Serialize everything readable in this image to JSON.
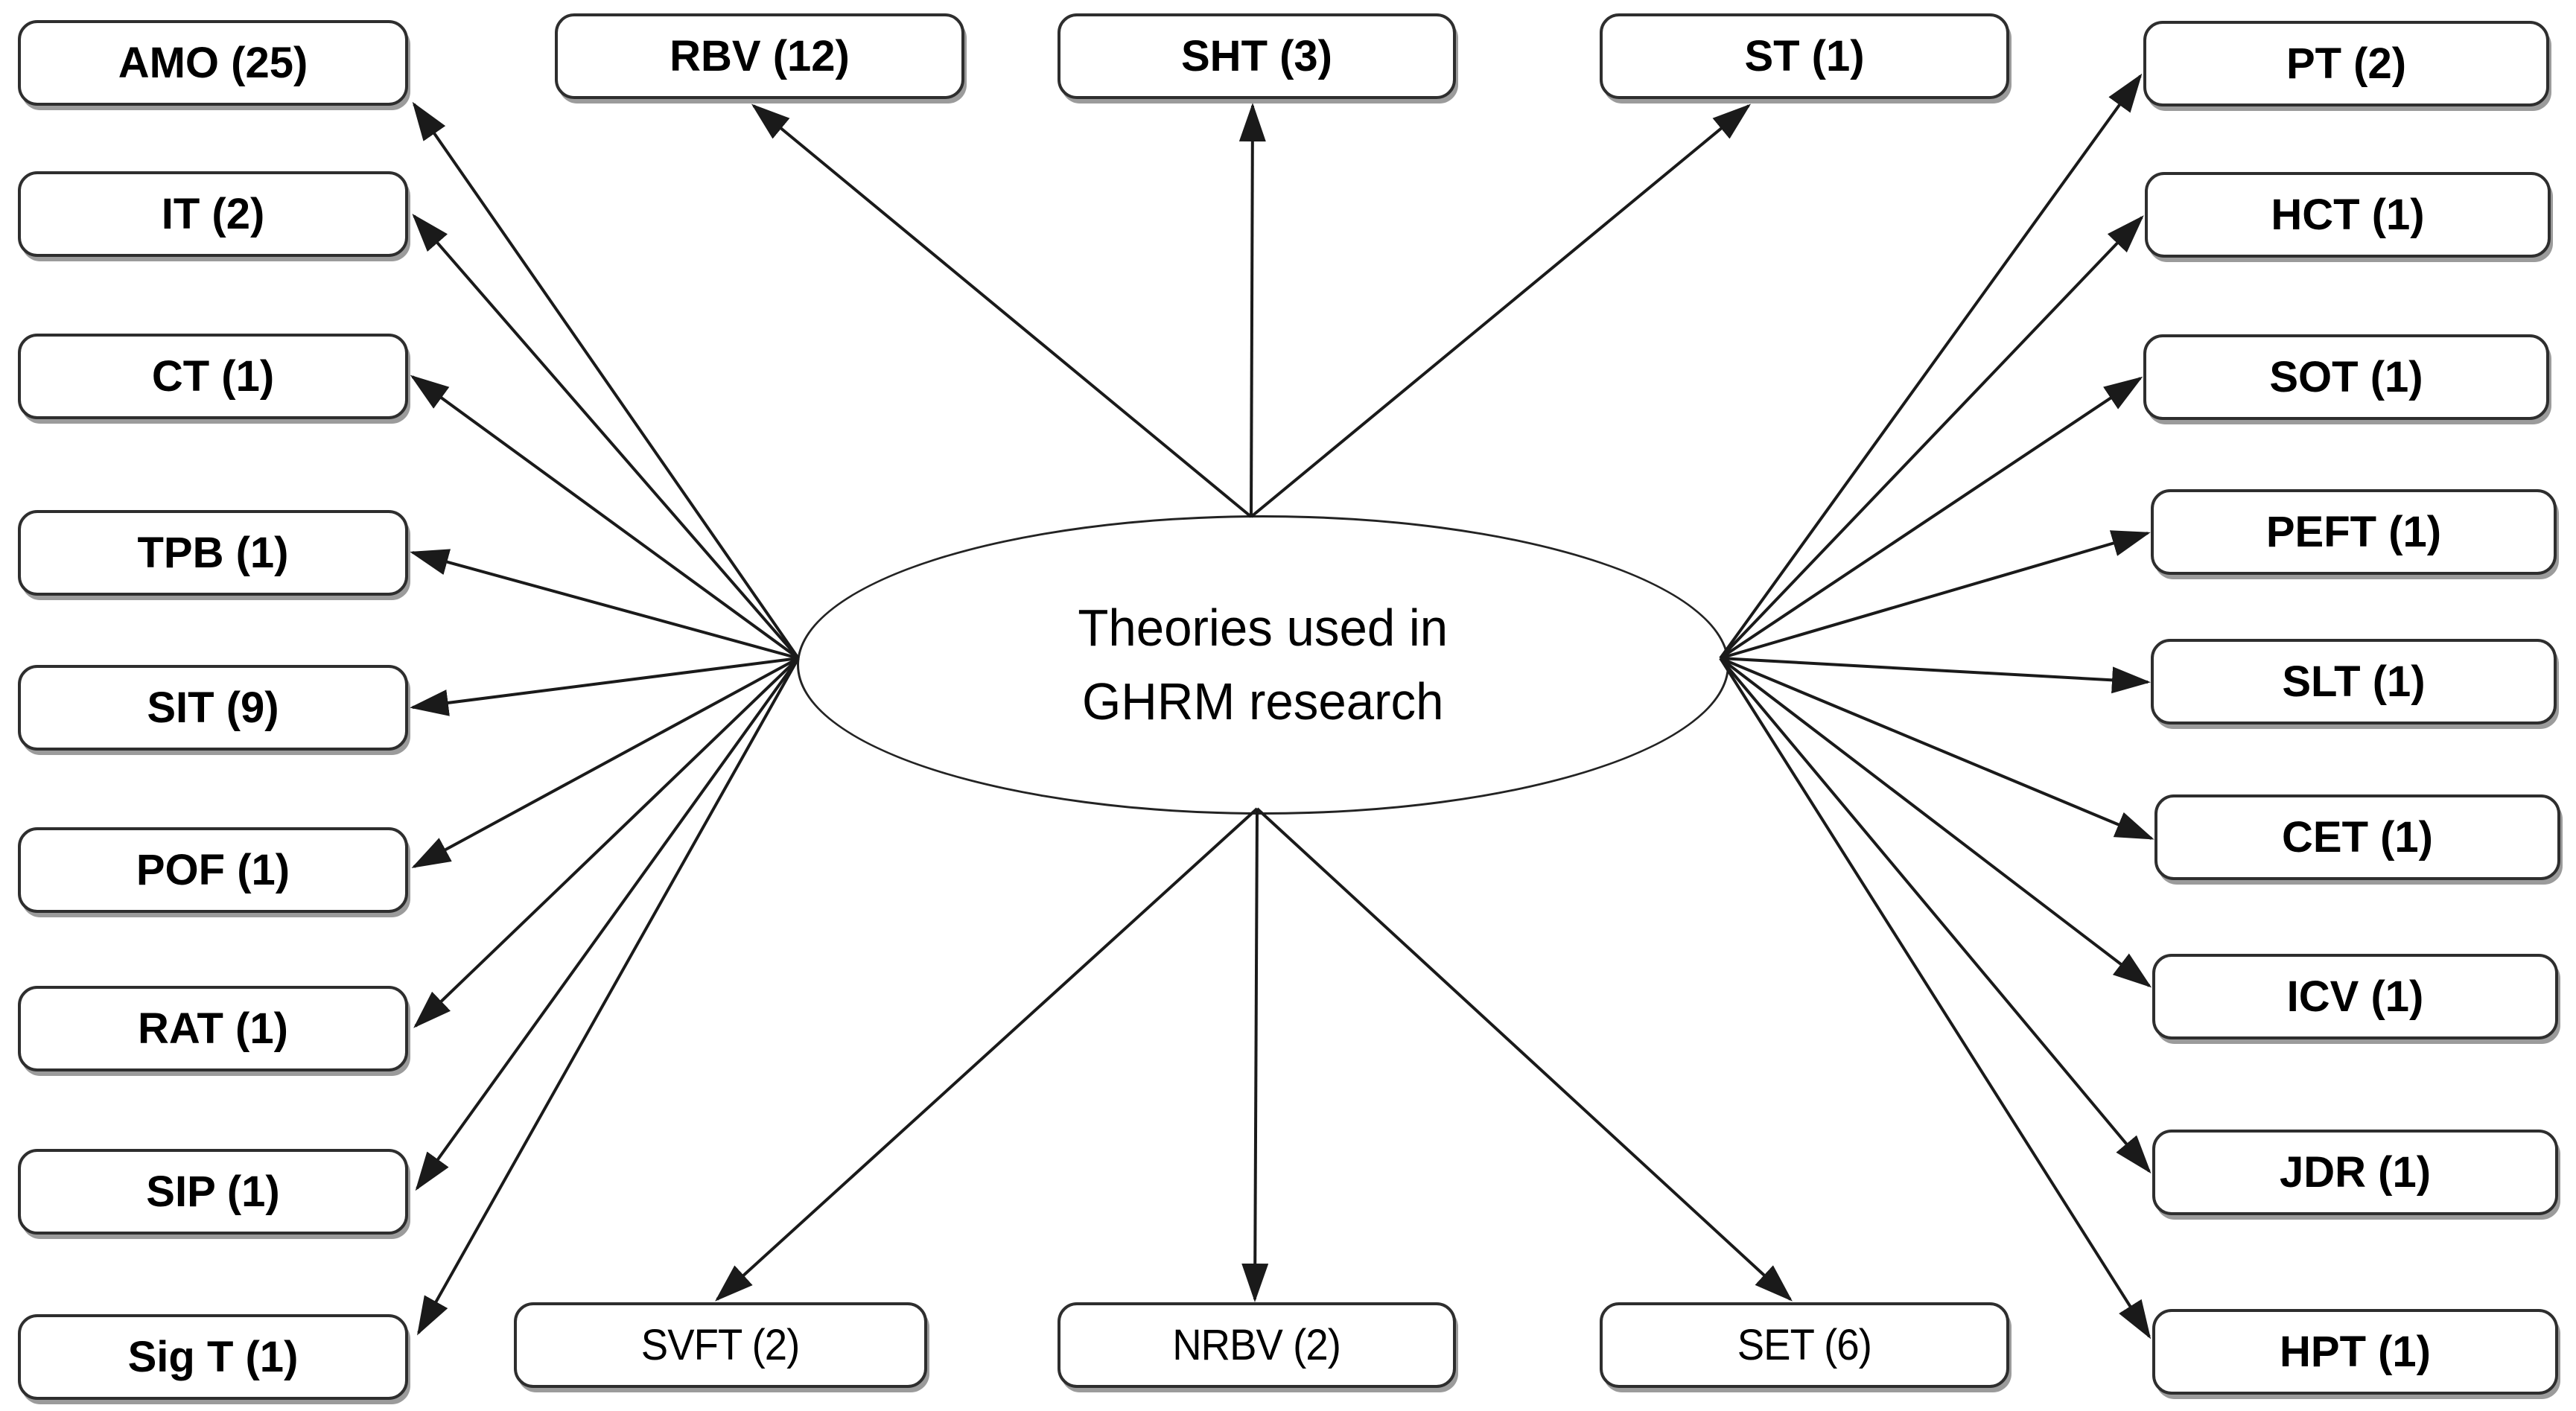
{
  "center": {
    "line1": "Theories used in",
    "line2": "GHRM research"
  },
  "nodes": {
    "left": [
      "AMO (25)",
      "IT (2)",
      "CT (1)",
      "TPB (1)",
      "SIT (9)",
      "POF (1)",
      "RAT (1)",
      "SIP (1)",
      "Sig T (1)"
    ],
    "top": [
      "RBV (12)",
      "SHT (3)",
      "ST (1)"
    ],
    "right": [
      "PT (2)",
      "HCT (1)",
      "SOT (1)",
      "PEFT (1)",
      "SLT (1)",
      "CET (1)",
      "ICV (1)",
      "JDR (1)",
      "HPT (1)"
    ],
    "bottom": [
      "SVFT (2)",
      "NRBV (2)",
      "SET (6)"
    ]
  },
  "colors": {
    "background": "#ffffff",
    "line": "#1a1a1a",
    "box_border": "#2e2e2e",
    "box_shadow_gray": "#828282",
    "text": "#000000"
  }
}
